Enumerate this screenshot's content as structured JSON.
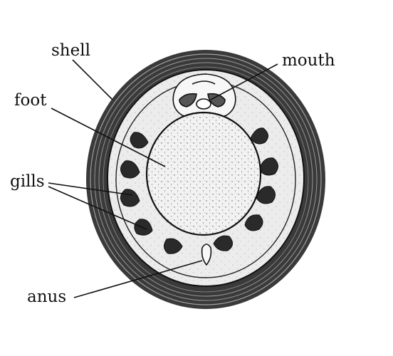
{
  "diagram": {
    "labels": {
      "shell": "shell",
      "mouth": "mouth",
      "foot": "foot",
      "gills": "gills",
      "anus": "anus"
    },
    "colors": {
      "ink": "#111111",
      "shell_dark": "#3a3a3a",
      "mantle": "#e9e9e9",
      "foot": "#f2f2f2",
      "gill": "#2a2a2a",
      "paper": "#ffffff"
    }
  }
}
